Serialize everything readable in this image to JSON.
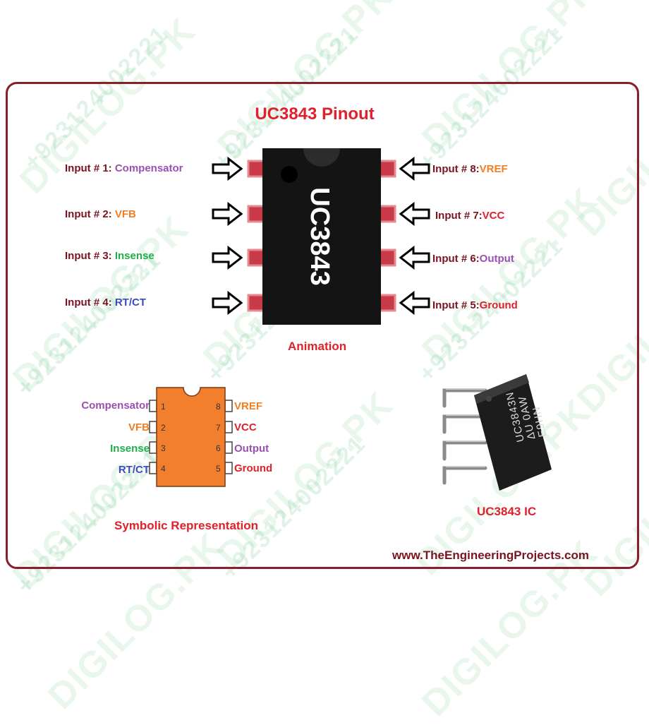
{
  "watermark": {
    "brand": "DIGILOG.PK",
    "phone": "+923124002221"
  },
  "title": "UC3843 Pinout",
  "chip_label": "UC3843",
  "left_pins": [
    {
      "prefix": "Input # 1:",
      "name": "Compensator"
    },
    {
      "prefix": "Input # 2:",
      "name": "VFB"
    },
    {
      "prefix": "Input # 3:",
      "name": "Insense"
    },
    {
      "prefix": "Input # 4:",
      "name": "RT/CT"
    }
  ],
  "right_pins": [
    {
      "prefix": "Input # 8:",
      "name": "VREF"
    },
    {
      "prefix": "Input # 7:",
      "name": "VCC"
    },
    {
      "prefix": "Input # 6:",
      "name": "Output"
    },
    {
      "prefix": "Input # 5:",
      "name": "Ground"
    }
  ],
  "animation_caption": "Animation",
  "symbolic": {
    "left": [
      {
        "num": "1",
        "name": "Compensator"
      },
      {
        "num": "2",
        "name": "VFB"
      },
      {
        "num": "3",
        "name": "Insense"
      },
      {
        "num": "4",
        "name": "RT/CT"
      }
    ],
    "right": [
      {
        "num": "8",
        "name": "VREF"
      },
      {
        "num": "7",
        "name": "VCC"
      },
      {
        "num": "6",
        "name": "Output"
      },
      {
        "num": "5",
        "name": "Ground"
      }
    ],
    "caption": "Symbolic Representation"
  },
  "ic_photo": {
    "marking_lines": [
      "UC3843N",
      "ΔU 0AW",
      "E9HN"
    ],
    "caption": "UC3843 IC"
  },
  "website": "www.TheEngineeringProjects.com",
  "colors": {
    "frame": "#8a1f2c",
    "title": "#e0202a",
    "purple": "#9b4fb2",
    "orange": "#f07e22",
    "green": "#1fae4a",
    "blue": "#3b4bbd",
    "dark_red": "#7a1420",
    "chip_body": "#141414",
    "symbol_body": "#f27f2d"
  }
}
